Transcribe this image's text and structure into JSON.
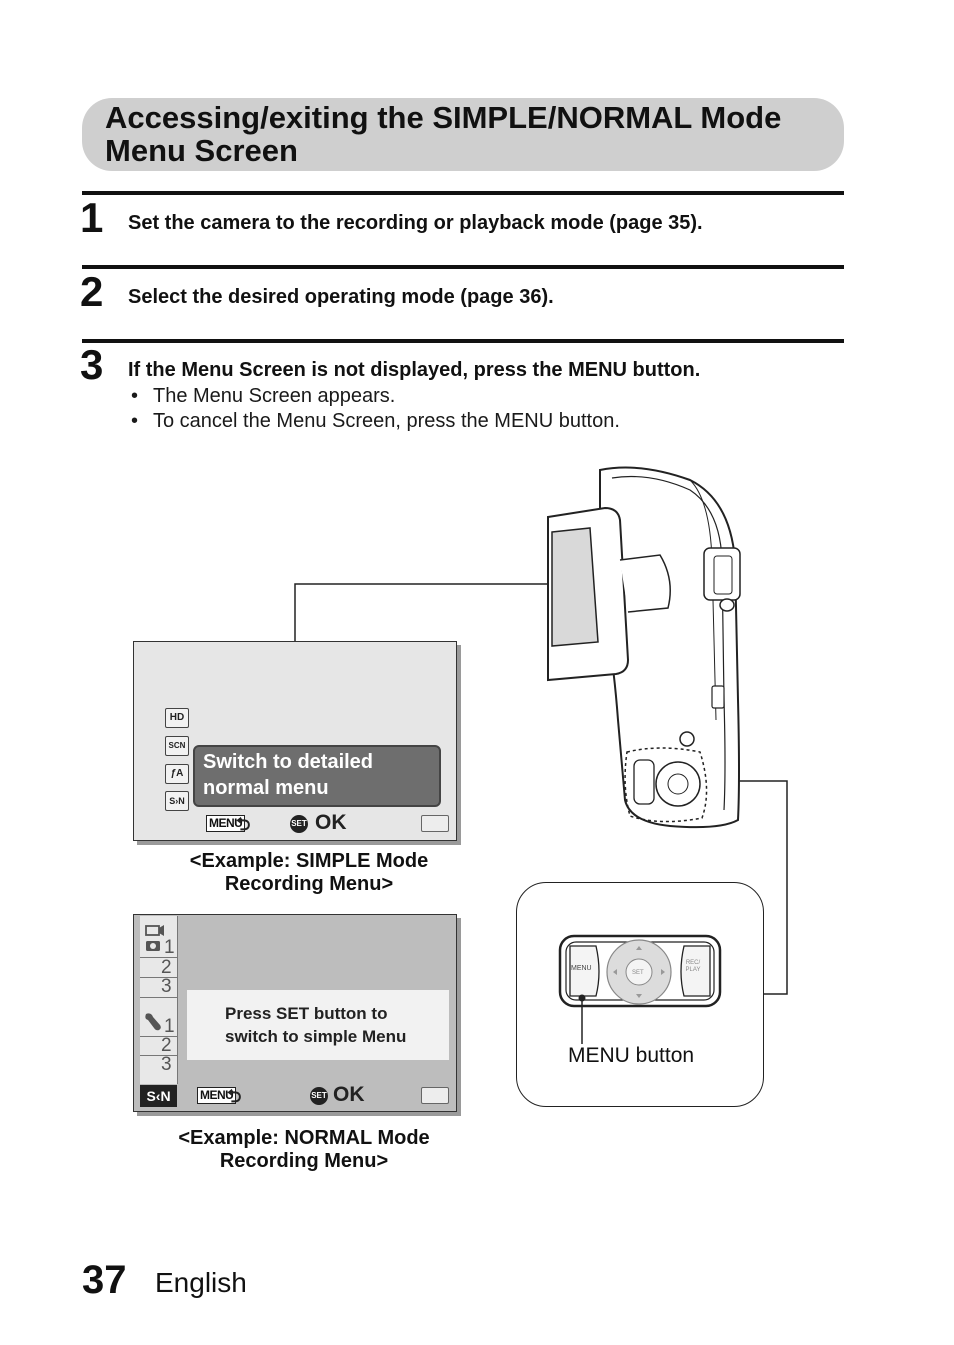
{
  "section": {
    "title": "Accessing/exiting the SIMPLE/NORMAL Mode Menu Screen"
  },
  "steps": [
    {
      "number": "1",
      "text": "Set the camera to the recording or playback mode (page 35).",
      "bullets": []
    },
    {
      "number": "2",
      "text": "Select the desired operating mode (page 36).",
      "bullets": []
    },
    {
      "number": "3",
      "text": "If the Menu Screen is not displayed, press the MENU button.",
      "bullets": [
        "The Menu Screen appears.",
        "To cancel the Menu Screen, press the MENU button."
      ]
    }
  ],
  "bullet_glyph": "•",
  "simple_screen": {
    "icons": [
      "HD",
      "SCN",
      "ƒA",
      "S›N"
    ],
    "tooltip": "Switch to detailed normal menu",
    "menu_key": "MENU",
    "return_glyph": "⮌",
    "set_key": "SET",
    "ok": "OK",
    "caption": "<Example: SIMPLE Mode Recording Menu>"
  },
  "normal_screen": {
    "tab_numbers_top": [
      "1",
      "2",
      "3"
    ],
    "tab_numbers_bottom": [
      "1",
      "2",
      "3"
    ],
    "message": "Press SET button to switch to simple Menu",
    "mode_badge": "S‹N",
    "menu_key": "MENU",
    "return_glyph": "⮌",
    "set_key": "SET",
    "ok": "OK",
    "caption": "<Example: NORMAL Mode Recording Menu>"
  },
  "camera_callout": {
    "menu_key_small": "MENU",
    "set_small": "SET",
    "rec_play": "REC/ PLAY",
    "label": "MENU button"
  },
  "footer": {
    "page_number": "37",
    "language": "English"
  }
}
